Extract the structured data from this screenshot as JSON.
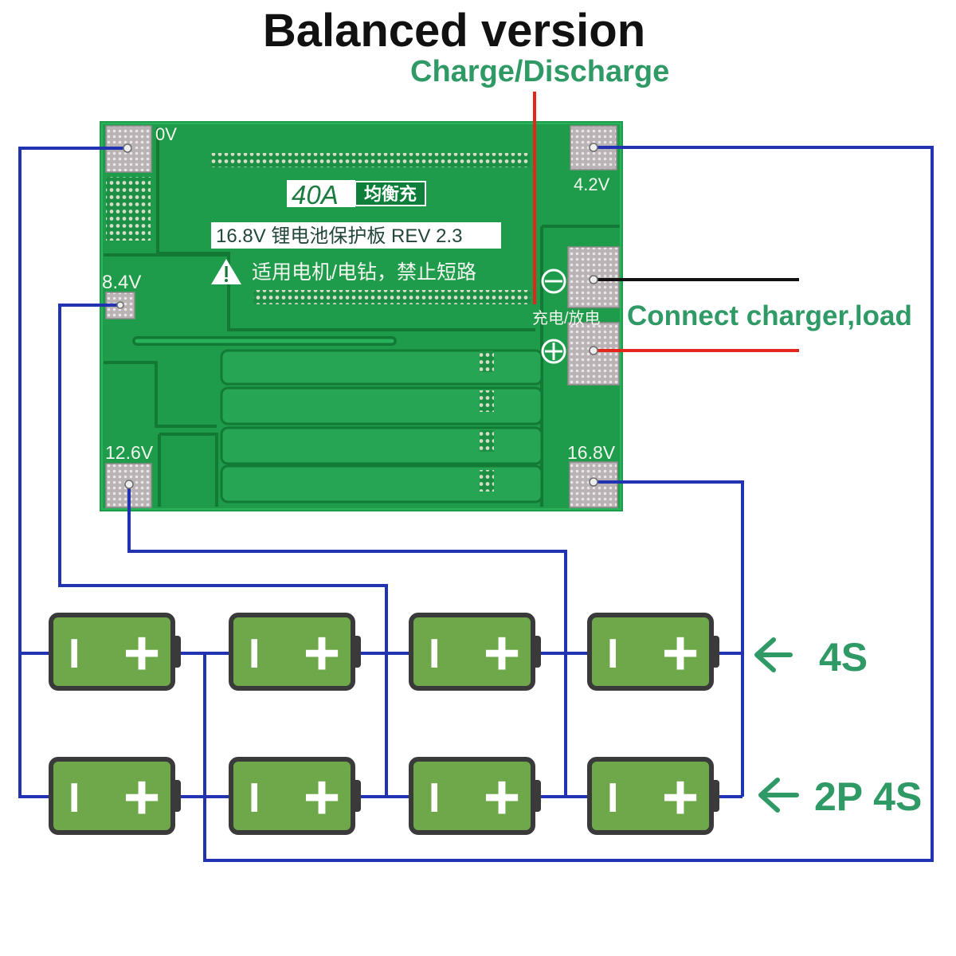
{
  "title": "Balanced version",
  "charge_discharge": "Charge/Discharge",
  "board": {
    "pads": {
      "v0": "0V",
      "v4_2": "4.2V",
      "v8_4": "8.4V",
      "v12_6": "12.6V",
      "v16_8": "16.8V"
    },
    "current_rating": "40A",
    "balance_tag": "均衡充",
    "model": "16.8V 锂电池保护板 REV 2.3",
    "warning": "适用电机/电钻，禁止短路",
    "port": "充电/放电"
  },
  "connect_label": "Connect charger,load",
  "battery_cell": {
    "minus": "I",
    "plus": "+"
  },
  "configurations": [
    {
      "label": "4S"
    },
    {
      "label": "2P 4S"
    }
  ],
  "colors": {
    "wire": "#2233b2",
    "label_green": "#2f9a66",
    "charge_line": "#e3261c",
    "board": "#1f9c4b",
    "battery_fill": "#6fa84a",
    "battery_border": "#3a3a3a"
  }
}
